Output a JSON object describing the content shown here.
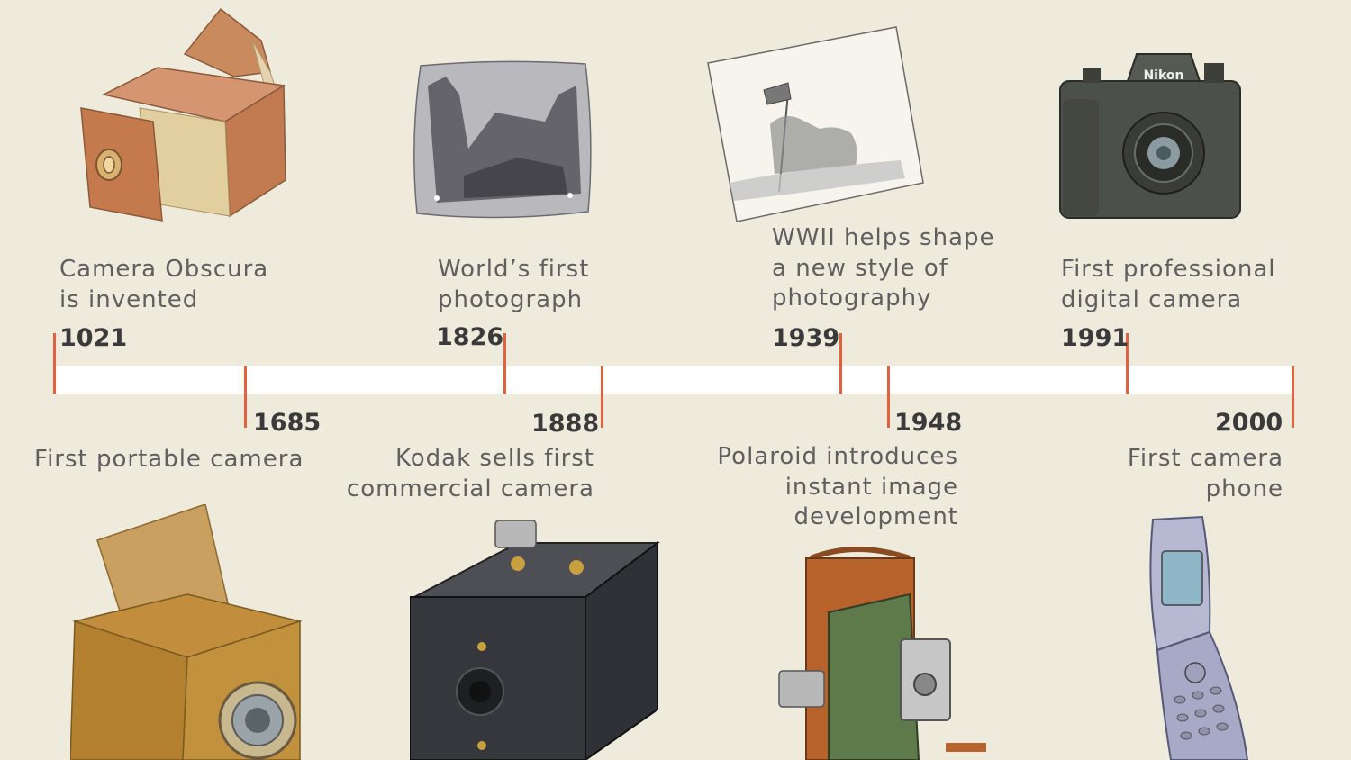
{
  "events": [
    {
      "year": "1021",
      "caption": [
        "Camera Obscura",
        "is invented"
      ]
    },
    {
      "year": "1685",
      "caption": [
        "First portable camera"
      ]
    },
    {
      "year": "1826",
      "caption": [
        "World’s first",
        "photograph"
      ]
    },
    {
      "year": "1888",
      "caption": [
        "Kodak sells first",
        "commercial camera"
      ]
    },
    {
      "year": "1939",
      "caption": [
        "WWII helps shape",
        "a new style of",
        "photography"
      ]
    },
    {
      "year": "1948",
      "caption": [
        "Polaroid introduces",
        "instant image",
        "development"
      ]
    },
    {
      "year": "1991",
      "caption": [
        "First professional",
        "digital camera"
      ]
    },
    {
      "year": "2000",
      "caption": [
        "First camera",
        "phone"
      ]
    }
  ],
  "illustrations": {
    "nikon_label": "Nikon"
  },
  "colors": {
    "background": "#efebdc",
    "timeline": "#ffffff",
    "tick": "#e0623f",
    "year_text": "#3a3a3a",
    "caption_text": "#5f5f5f"
  }
}
